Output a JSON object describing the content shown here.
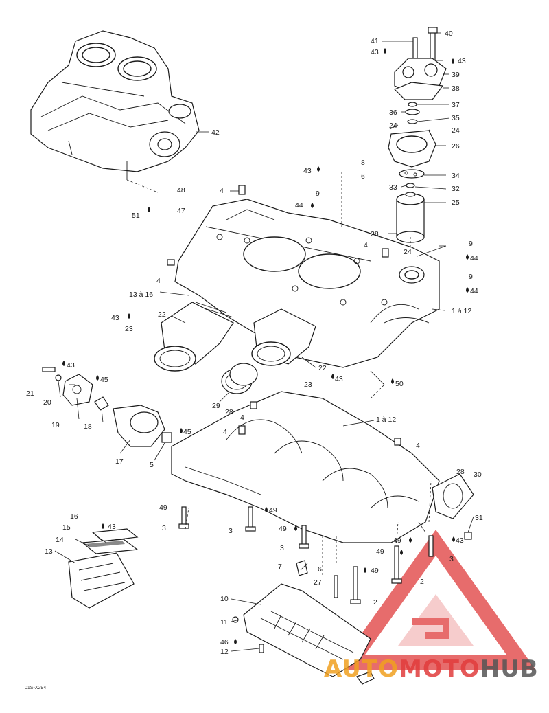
{
  "reference_code": "01S-X294",
  "callouts": [
    {
      "id": "c40",
      "text": "40"
    },
    {
      "id": "c41",
      "text": "41"
    },
    {
      "id": "c43a",
      "text": "43"
    },
    {
      "id": "c43b",
      "text": "43"
    },
    {
      "id": "c39",
      "text": "39"
    },
    {
      "id": "c38",
      "text": "38"
    },
    {
      "id": "c37",
      "text": "37"
    },
    {
      "id": "c36",
      "text": "36"
    },
    {
      "id": "c35",
      "text": "35"
    },
    {
      "id": "c24a",
      "text": "24"
    },
    {
      "id": "c24b",
      "text": "24"
    },
    {
      "id": "c26",
      "text": "26"
    },
    {
      "id": "c34",
      "text": "34"
    },
    {
      "id": "c33",
      "text": "33"
    },
    {
      "id": "c32",
      "text": "32"
    },
    {
      "id": "c25",
      "text": "25"
    },
    {
      "id": "c28",
      "text": "28"
    },
    {
      "id": "c42",
      "text": "42"
    },
    {
      "id": "c43c",
      "text": "43"
    },
    {
      "id": "c8",
      "text": "8"
    },
    {
      "id": "c6a",
      "text": "6"
    },
    {
      "id": "c4a",
      "text": "4"
    },
    {
      "id": "c9a",
      "text": "9"
    },
    {
      "id": "c44a",
      "text": "44"
    },
    {
      "id": "c48",
      "text": "48"
    },
    {
      "id": "c47",
      "text": "47"
    },
    {
      "id": "c51",
      "text": "51"
    },
    {
      "id": "c4b",
      "text": "4"
    },
    {
      "id": "c24c",
      "text": "24"
    },
    {
      "id": "c9b",
      "text": "9"
    },
    {
      "id": "c44b",
      "text": "44"
    },
    {
      "id": "c9c",
      "text": "9"
    },
    {
      "id": "c44c",
      "text": "44"
    },
    {
      "id": "c1to12a",
      "text": "1 à 12"
    },
    {
      "id": "c4c",
      "text": "4"
    },
    {
      "id": "c13to16",
      "text": "13 à 16"
    },
    {
      "id": "c22a",
      "text": "22"
    },
    {
      "id": "c43d",
      "text": "43"
    },
    {
      "id": "c23a",
      "text": "23"
    },
    {
      "id": "c22b",
      "text": "22"
    },
    {
      "id": "c23b",
      "text": "23"
    },
    {
      "id": "c43e",
      "text": "43"
    },
    {
      "id": "c50",
      "text": "50"
    },
    {
      "id": "c43f",
      "text": "43"
    },
    {
      "id": "c45a",
      "text": "45"
    },
    {
      "id": "c21",
      "text": "21"
    },
    {
      "id": "c20",
      "text": "20"
    },
    {
      "id": "c19",
      "text": "19"
    },
    {
      "id": "c18",
      "text": "18"
    },
    {
      "id": "c29",
      "text": "29"
    },
    {
      "id": "c28b",
      "text": "28"
    },
    {
      "id": "c4d",
      "text": "4"
    },
    {
      "id": "c1to12b",
      "text": "1 à 12"
    },
    {
      "id": "c4e",
      "text": "4"
    },
    {
      "id": "c4f",
      "text": "4"
    },
    {
      "id": "c45b",
      "text": "45"
    },
    {
      "id": "c17",
      "text": "17"
    },
    {
      "id": "c5",
      "text": "5"
    },
    {
      "id": "c28c",
      "text": "28"
    },
    {
      "id": "c30",
      "text": "30"
    },
    {
      "id": "c31",
      "text": "31"
    },
    {
      "id": "c43g",
      "text": "43"
    },
    {
      "id": "c49a",
      "text": "49"
    },
    {
      "id": "c3a",
      "text": "3"
    },
    {
      "id": "c49b",
      "text": "49"
    },
    {
      "id": "c3b",
      "text": "3"
    },
    {
      "id": "c49c",
      "text": "49"
    },
    {
      "id": "c49d",
      "text": "49"
    },
    {
      "id": "c3c",
      "text": "3"
    },
    {
      "id": "c3d",
      "text": "3"
    },
    {
      "id": "c7",
      "text": "7"
    },
    {
      "id": "c6b",
      "text": "6"
    },
    {
      "id": "c27",
      "text": "27"
    },
    {
      "id": "c49e",
      "text": "49"
    },
    {
      "id": "c2a",
      "text": "2"
    },
    {
      "id": "c49f",
      "text": "49"
    },
    {
      "id": "c2b",
      "text": "2"
    },
    {
      "id": "c16",
      "text": "16"
    },
    {
      "id": "c43h",
      "text": "43"
    },
    {
      "id": "c15",
      "text": "15"
    },
    {
      "id": "c14",
      "text": "14"
    },
    {
      "id": "c13",
      "text": "13"
    },
    {
      "id": "c10",
      "text": "10"
    },
    {
      "id": "c11",
      "text": "11"
    },
    {
      "id": "c46",
      "text": "46"
    },
    {
      "id": "c12",
      "text": "12"
    }
  ],
  "watermark": {
    "part1": "AUTO",
    "part2": "MOTO",
    "part3": "HUB",
    "color_red": "#e03c3c",
    "color_orange": "#f0a020",
    "color_gray": "#555555"
  }
}
